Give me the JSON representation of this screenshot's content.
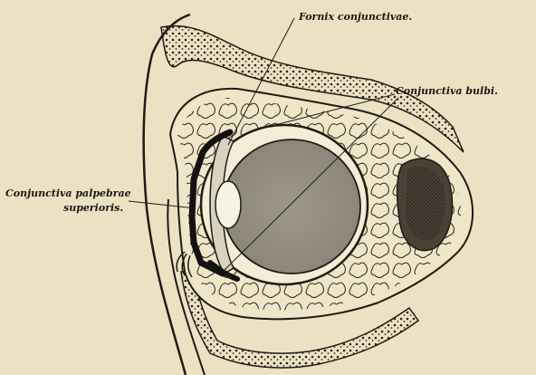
{
  "labels": {
    "fornix": "Fornix conjunctivae.",
    "bulbi": "Conjunctiva bulbi.",
    "palpebrae_line1": "Conjunctiva palpebrae",
    "palpebrae_line2": "superioris."
  },
  "colors": {
    "paper": "#ece1c3",
    "ink": "#1f1b15",
    "vitreous": "#9a948a",
    "lens": "#f6f2e6"
  }
}
